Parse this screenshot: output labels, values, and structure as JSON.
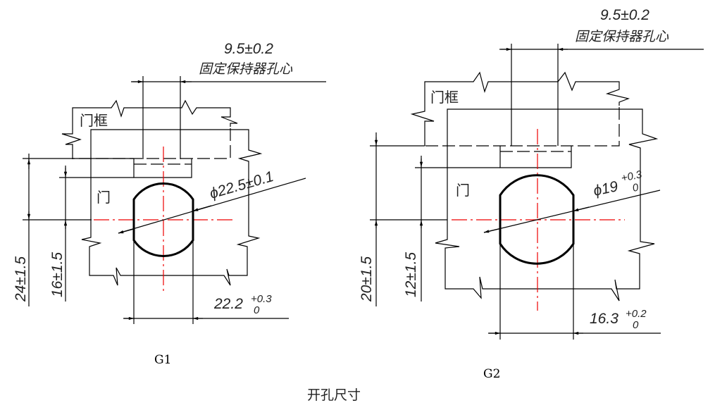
{
  "caption": "开孔尺寸",
  "drawings": [
    {
      "label": "G1",
      "frame_label": "门框",
      "door_label": "门",
      "holder_dim": "9.5±0.2",
      "holder_note": "固定保持器孔心",
      "outer_height_dim": "24±1.5",
      "inner_height_dim": "16±1.5",
      "diameter_dim": "ϕ22.5±0.1",
      "width_dim": "22.2",
      "width_tol_upper": "+0.3",
      "width_tol_lower": "0"
    },
    {
      "label": "G2",
      "frame_label": "门框",
      "door_label": "门",
      "holder_dim": "9.5±0.2",
      "holder_note": "固定保持器孔心",
      "outer_height_dim": "20±1.5",
      "inner_height_dim": "12±1.5",
      "diameter_dim": "ϕ19",
      "diameter_tol_upper": "+0.3",
      "diameter_tol_lower": "0",
      "width_dim": "16.3",
      "width_tol_upper": "+0.2",
      "width_tol_lower": "0"
    }
  ]
}
